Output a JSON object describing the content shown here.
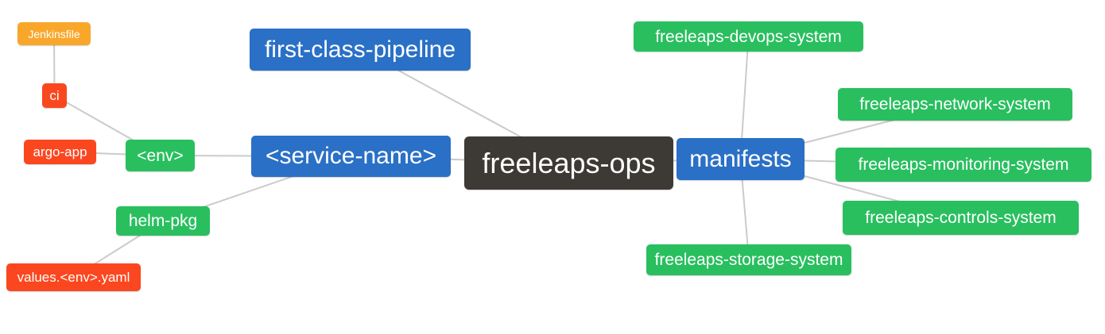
{
  "diagram": {
    "type": "mindmap",
    "root_label": "freeleaps-ops"
  },
  "palette": {
    "root_bg": "#3D3935",
    "branch_blue": "#2A70C6",
    "green": "#29BF5F",
    "red": "#FB471F",
    "orange": "#F9A72B",
    "text": "#FFFFFF",
    "connector": "#CBCBCB",
    "background": "#FFFFFF"
  },
  "nodes": [
    {
      "id": "freeleaps-ops",
      "label": "freeleaps-ops",
      "color": "root_bg",
      "level": 0
    },
    {
      "id": "first-class-pipeline",
      "label": "first-class-pipeline",
      "color": "branch_blue",
      "level": 1
    },
    {
      "id": "service-name",
      "label": "<service-name>",
      "color": "branch_blue",
      "level": 1
    },
    {
      "id": "manifests",
      "label": "manifests",
      "color": "branch_blue",
      "level": 1
    },
    {
      "id": "env",
      "label": "<env>",
      "color": "green",
      "level": 2
    },
    {
      "id": "helm-pkg",
      "label": "helm-pkg",
      "color": "green",
      "level": 2
    },
    {
      "id": "ci",
      "label": "ci",
      "color": "red",
      "level": 3
    },
    {
      "id": "argo-app",
      "label": "argo-app",
      "color": "red",
      "level": 3
    },
    {
      "id": "values-env-yaml",
      "label": "values.<env>.yaml",
      "color": "red",
      "level": 3
    },
    {
      "id": "jenkinsfile",
      "label": "Jenkinsfile",
      "color": "orange",
      "level": 4
    },
    {
      "id": "freeleaps-devops-system",
      "label": "freeleaps-devops-system",
      "color": "green",
      "level": 2
    },
    {
      "id": "freeleaps-network-system",
      "label": "freeleaps-network-system",
      "color": "green",
      "level": 2
    },
    {
      "id": "freeleaps-monitoring-system",
      "label": "freeleaps-monitoring-system",
      "color": "green",
      "level": 2
    },
    {
      "id": "freeleaps-controls-system",
      "label": "freeleaps-controls-system",
      "color": "green",
      "level": 2
    },
    {
      "id": "freeleaps-storage-system",
      "label": "freeleaps-storage-system",
      "color": "green",
      "level": 2
    }
  ],
  "edges": [
    [
      "jenkinsfile",
      "ci"
    ],
    [
      "ci",
      "env"
    ],
    [
      "argo-app",
      "env"
    ],
    [
      "env",
      "service-name"
    ],
    [
      "helm-pkg",
      "service-name"
    ],
    [
      "values-env-yaml",
      "helm-pkg"
    ],
    [
      "service-name",
      "freeleaps-ops"
    ],
    [
      "first-class-pipeline",
      "freeleaps-ops"
    ],
    [
      "freeleaps-ops",
      "manifests"
    ],
    [
      "manifests",
      "freeleaps-devops-system"
    ],
    [
      "manifests",
      "freeleaps-network-system"
    ],
    [
      "manifests",
      "freeleaps-monitoring-system"
    ],
    [
      "manifests",
      "freeleaps-controls-system"
    ],
    [
      "manifests",
      "freeleaps-storage-system"
    ]
  ]
}
